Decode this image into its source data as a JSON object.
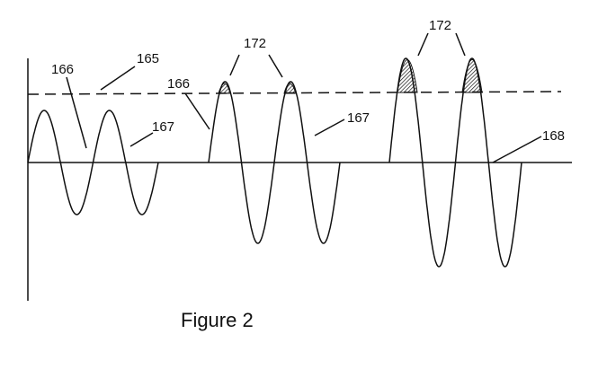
{
  "figure": {
    "caption": "Figure 2",
    "colors": {
      "line": "#111111",
      "hatch": "#111111",
      "background": "#ffffff"
    },
    "reference_labels": {
      "threshold_line": "165",
      "waveform_left": "166",
      "waveform_middle": "166",
      "zero_crossing_left": "167",
      "zero_crossing_middle": "167",
      "baseline_right": "168",
      "clipped_peaks_middle": "172",
      "clipped_peaks_right": "172"
    }
  }
}
